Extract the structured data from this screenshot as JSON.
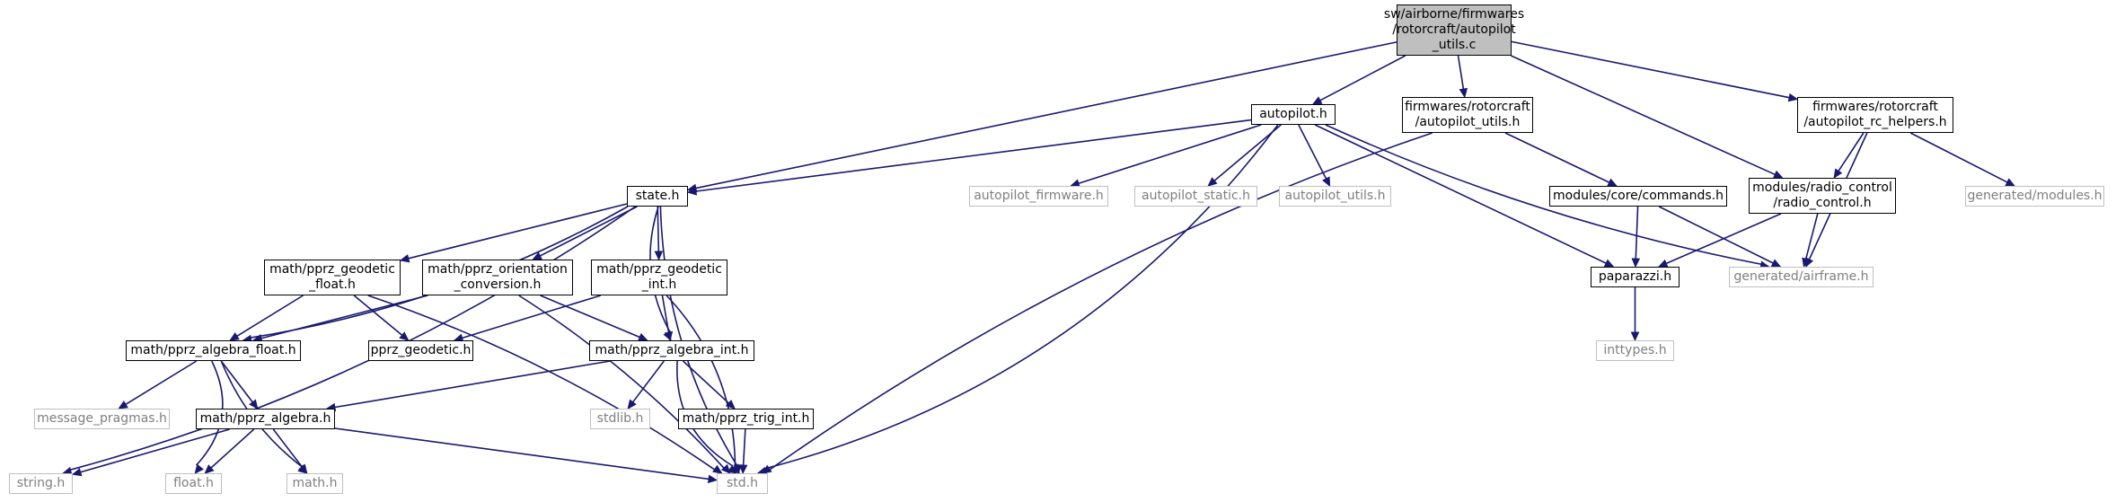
{
  "diagram": {
    "type": "include-dependency-graph",
    "colors": {
      "edge": "#191970",
      "root_fill": "#bfbfbf",
      "border": "#000000",
      "external_border": "#bfbfbf",
      "external_text": "#7f7f7f"
    },
    "nodes": {
      "root": "sw/airborne/firmwares\n/rotorcraft/autopilot\n_utils.c",
      "autopilot_h": "autopilot.h",
      "fw_autopilot_utils_h": "firmwares/rotorcraft\n/autopilot_utils.h",
      "fw_autopilot_rc_helpers_h": "firmwares/rotorcraft\n/autopilot_rc_helpers.h",
      "state_h": "state.h",
      "autopilot_firmware_h": "autopilot_firmware.h",
      "autopilot_static_h": "autopilot_static.h",
      "autopilot_utils_h": "autopilot_utils.h",
      "modules_core_commands_h": "modules/core/commands.h",
      "modules_radio_control_h": "modules/radio_control\n/radio_control.h",
      "generated_modules_h": "generated/modules.h",
      "math_pprz_geodetic_float_h": "math/pprz_geodetic\n_float.h",
      "math_pprz_orientation_conversion_h": "math/pprz_orientation\n_conversion.h",
      "math_pprz_geodetic_int_h": "math/pprz_geodetic\n_int.h",
      "paparazzi_h": "paparazzi.h",
      "generated_airframe_h": "generated/airframe.h",
      "math_pprz_algebra_float_h": "math/pprz_algebra_float.h",
      "pprz_geodetic_h": "pprz_geodetic.h",
      "math_pprz_algebra_int_h": "math/pprz_algebra_int.h",
      "inttypes_h": "inttypes.h",
      "message_pragmas_h": "message_pragmas.h",
      "math_pprz_algebra_h": "math/pprz_algebra.h",
      "stdlib_h": "stdlib.h",
      "math_pprz_trig_int_h": "math/pprz_trig_int.h",
      "string_h": "string.h",
      "float_h": "float.h",
      "math_h": "math.h",
      "std_h": "std.h"
    },
    "edges": [
      [
        "root",
        "autopilot_h"
      ],
      [
        "root",
        "fw_autopilot_utils_h"
      ],
      [
        "root",
        "fw_autopilot_rc_helpers_h"
      ],
      [
        "root",
        "state_h"
      ],
      [
        "root",
        "modules_radio_control_h"
      ],
      [
        "autopilot_h",
        "state_h"
      ],
      [
        "autopilot_h",
        "autopilot_firmware_h"
      ],
      [
        "autopilot_h",
        "autopilot_static_h"
      ],
      [
        "autopilot_h",
        "autopilot_utils_h"
      ],
      [
        "autopilot_h",
        "paparazzi_h"
      ],
      [
        "autopilot_h",
        "generated_airframe_h"
      ],
      [
        "autopilot_h",
        "std_h"
      ],
      [
        "fw_autopilot_utils_h",
        "modules_core_commands_h"
      ],
      [
        "fw_autopilot_utils_h",
        "std_h"
      ],
      [
        "fw_autopilot_rc_helpers_h",
        "modules_radio_control_h"
      ],
      [
        "fw_autopilot_rc_helpers_h",
        "generated_modules_h"
      ],
      [
        "fw_autopilot_rc_helpers_h",
        "generated_airframe_h"
      ],
      [
        "modules_core_commands_h",
        "paparazzi_h"
      ],
      [
        "modules_core_commands_h",
        "generated_airframe_h"
      ],
      [
        "modules_radio_control_h",
        "paparazzi_h"
      ],
      [
        "modules_radio_control_h",
        "generated_airframe_h"
      ],
      [
        "paparazzi_h",
        "inttypes_h"
      ],
      [
        "state_h",
        "math_pprz_geodetic_float_h"
      ],
      [
        "state_h",
        "math_pprz_orientation_conversion_h"
      ],
      [
        "state_h",
        "math_pprz_geodetic_int_h"
      ],
      [
        "state_h",
        "math_pprz_algebra_float_h"
      ],
      [
        "state_h",
        "math_pprz_algebra_int_h"
      ],
      [
        "state_h",
        "string_h"
      ],
      [
        "state_h",
        "std_h"
      ],
      [
        "math_pprz_geodetic_float_h",
        "math_pprz_algebra_float_h"
      ],
      [
        "math_pprz_geodetic_float_h",
        "pprz_geodetic_h"
      ],
      [
        "math_pprz_geodetic_float_h",
        "std_h"
      ],
      [
        "math_pprz_orientation_conversion_h",
        "math_pprz_algebra_float_h"
      ],
      [
        "math_pprz_orientation_conversion_h",
        "math_pprz_algebra_int_h"
      ],
      [
        "math_pprz_orientation_conversion_h",
        "std_h"
      ],
      [
        "math_pprz_geodetic_int_h",
        "pprz_geodetic_h"
      ],
      [
        "math_pprz_geodetic_int_h",
        "math_pprz_algebra_int_h"
      ],
      [
        "math_pprz_geodetic_int_h",
        "std_h"
      ],
      [
        "math_pprz_algebra_float_h",
        "message_pragmas_h"
      ],
      [
        "math_pprz_algebra_float_h",
        "math_pprz_algebra_h"
      ],
      [
        "math_pprz_algebra_float_h",
        "float_h"
      ],
      [
        "math_pprz_algebra_float_h",
        "math_h"
      ],
      [
        "math_pprz_algebra_int_h",
        "math_pprz_algebra_h"
      ],
      [
        "math_pprz_algebra_int_h",
        "stdlib_h"
      ],
      [
        "math_pprz_algebra_int_h",
        "math_pprz_trig_int_h"
      ],
      [
        "math_pprz_algebra_int_h",
        "std_h"
      ],
      [
        "math_pprz_algebra_h",
        "string_h"
      ],
      [
        "math_pprz_algebra_h",
        "float_h"
      ],
      [
        "math_pprz_algebra_h",
        "math_h"
      ],
      [
        "math_pprz_algebra_h",
        "std_h"
      ],
      [
        "math_pprz_trig_int_h",
        "std_h"
      ]
    ]
  }
}
